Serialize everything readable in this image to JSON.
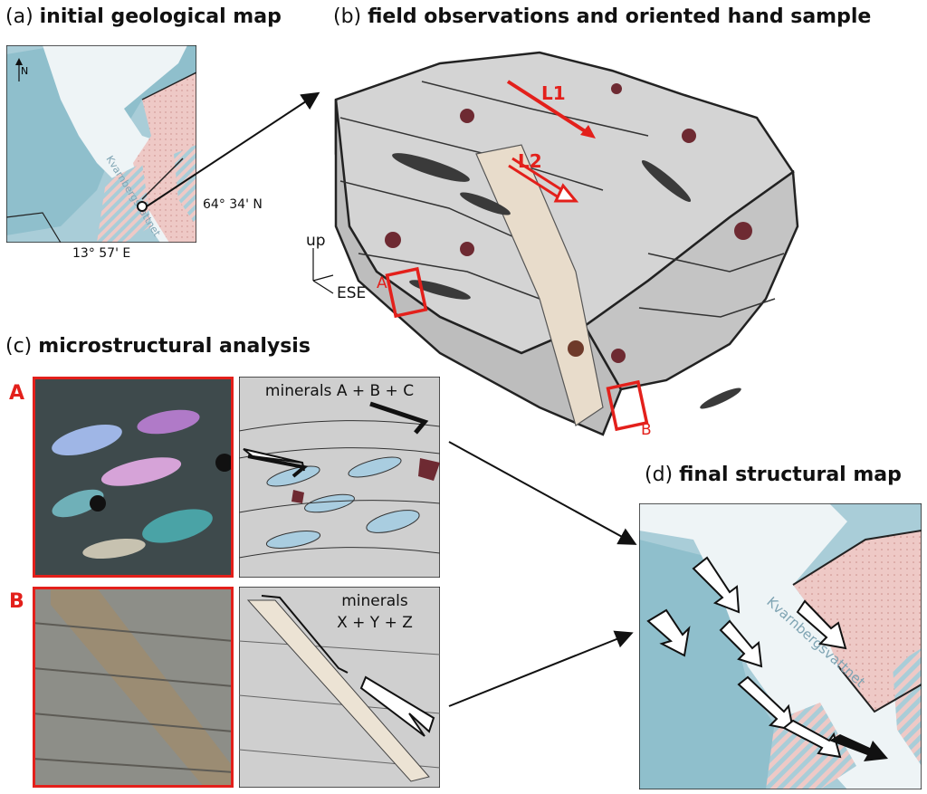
{
  "titles": {
    "a_prefix": "(a) ",
    "a_text": "initial geological map",
    "b_prefix": "(b) ",
    "b_text": "field observations and oriented hand sample",
    "c_prefix": "(c) ",
    "c_text": "microstructural analysis",
    "d_prefix": "(d) ",
    "d_text": "final structural map"
  },
  "map_a": {
    "north": "N",
    "lake": "Kvarnbergsvattnet",
    "lat": "64° 34' N",
    "lon": "13° 57' E"
  },
  "block": {
    "lineation1": "L1",
    "lineation2": "L2",
    "axis_up": "up",
    "axis_ese": "ESE",
    "box_a": "A",
    "box_b": "B"
  },
  "micro": {
    "row_a": "A",
    "row_b": "B",
    "minerals_a": "minerals A + B + C",
    "minerals_b_line1": "minerals",
    "minerals_b_line2": "X + Y + Z"
  },
  "map_d": {
    "lake": "Kvarnbergsvattnet"
  },
  "colors": {
    "water": "#a9cdd8",
    "lake_light": "#eef4f6",
    "pink": "#eec9c6",
    "rock_gray": "#c8c8c8",
    "red": "#e3201b",
    "garnet": "#6e2a32"
  }
}
